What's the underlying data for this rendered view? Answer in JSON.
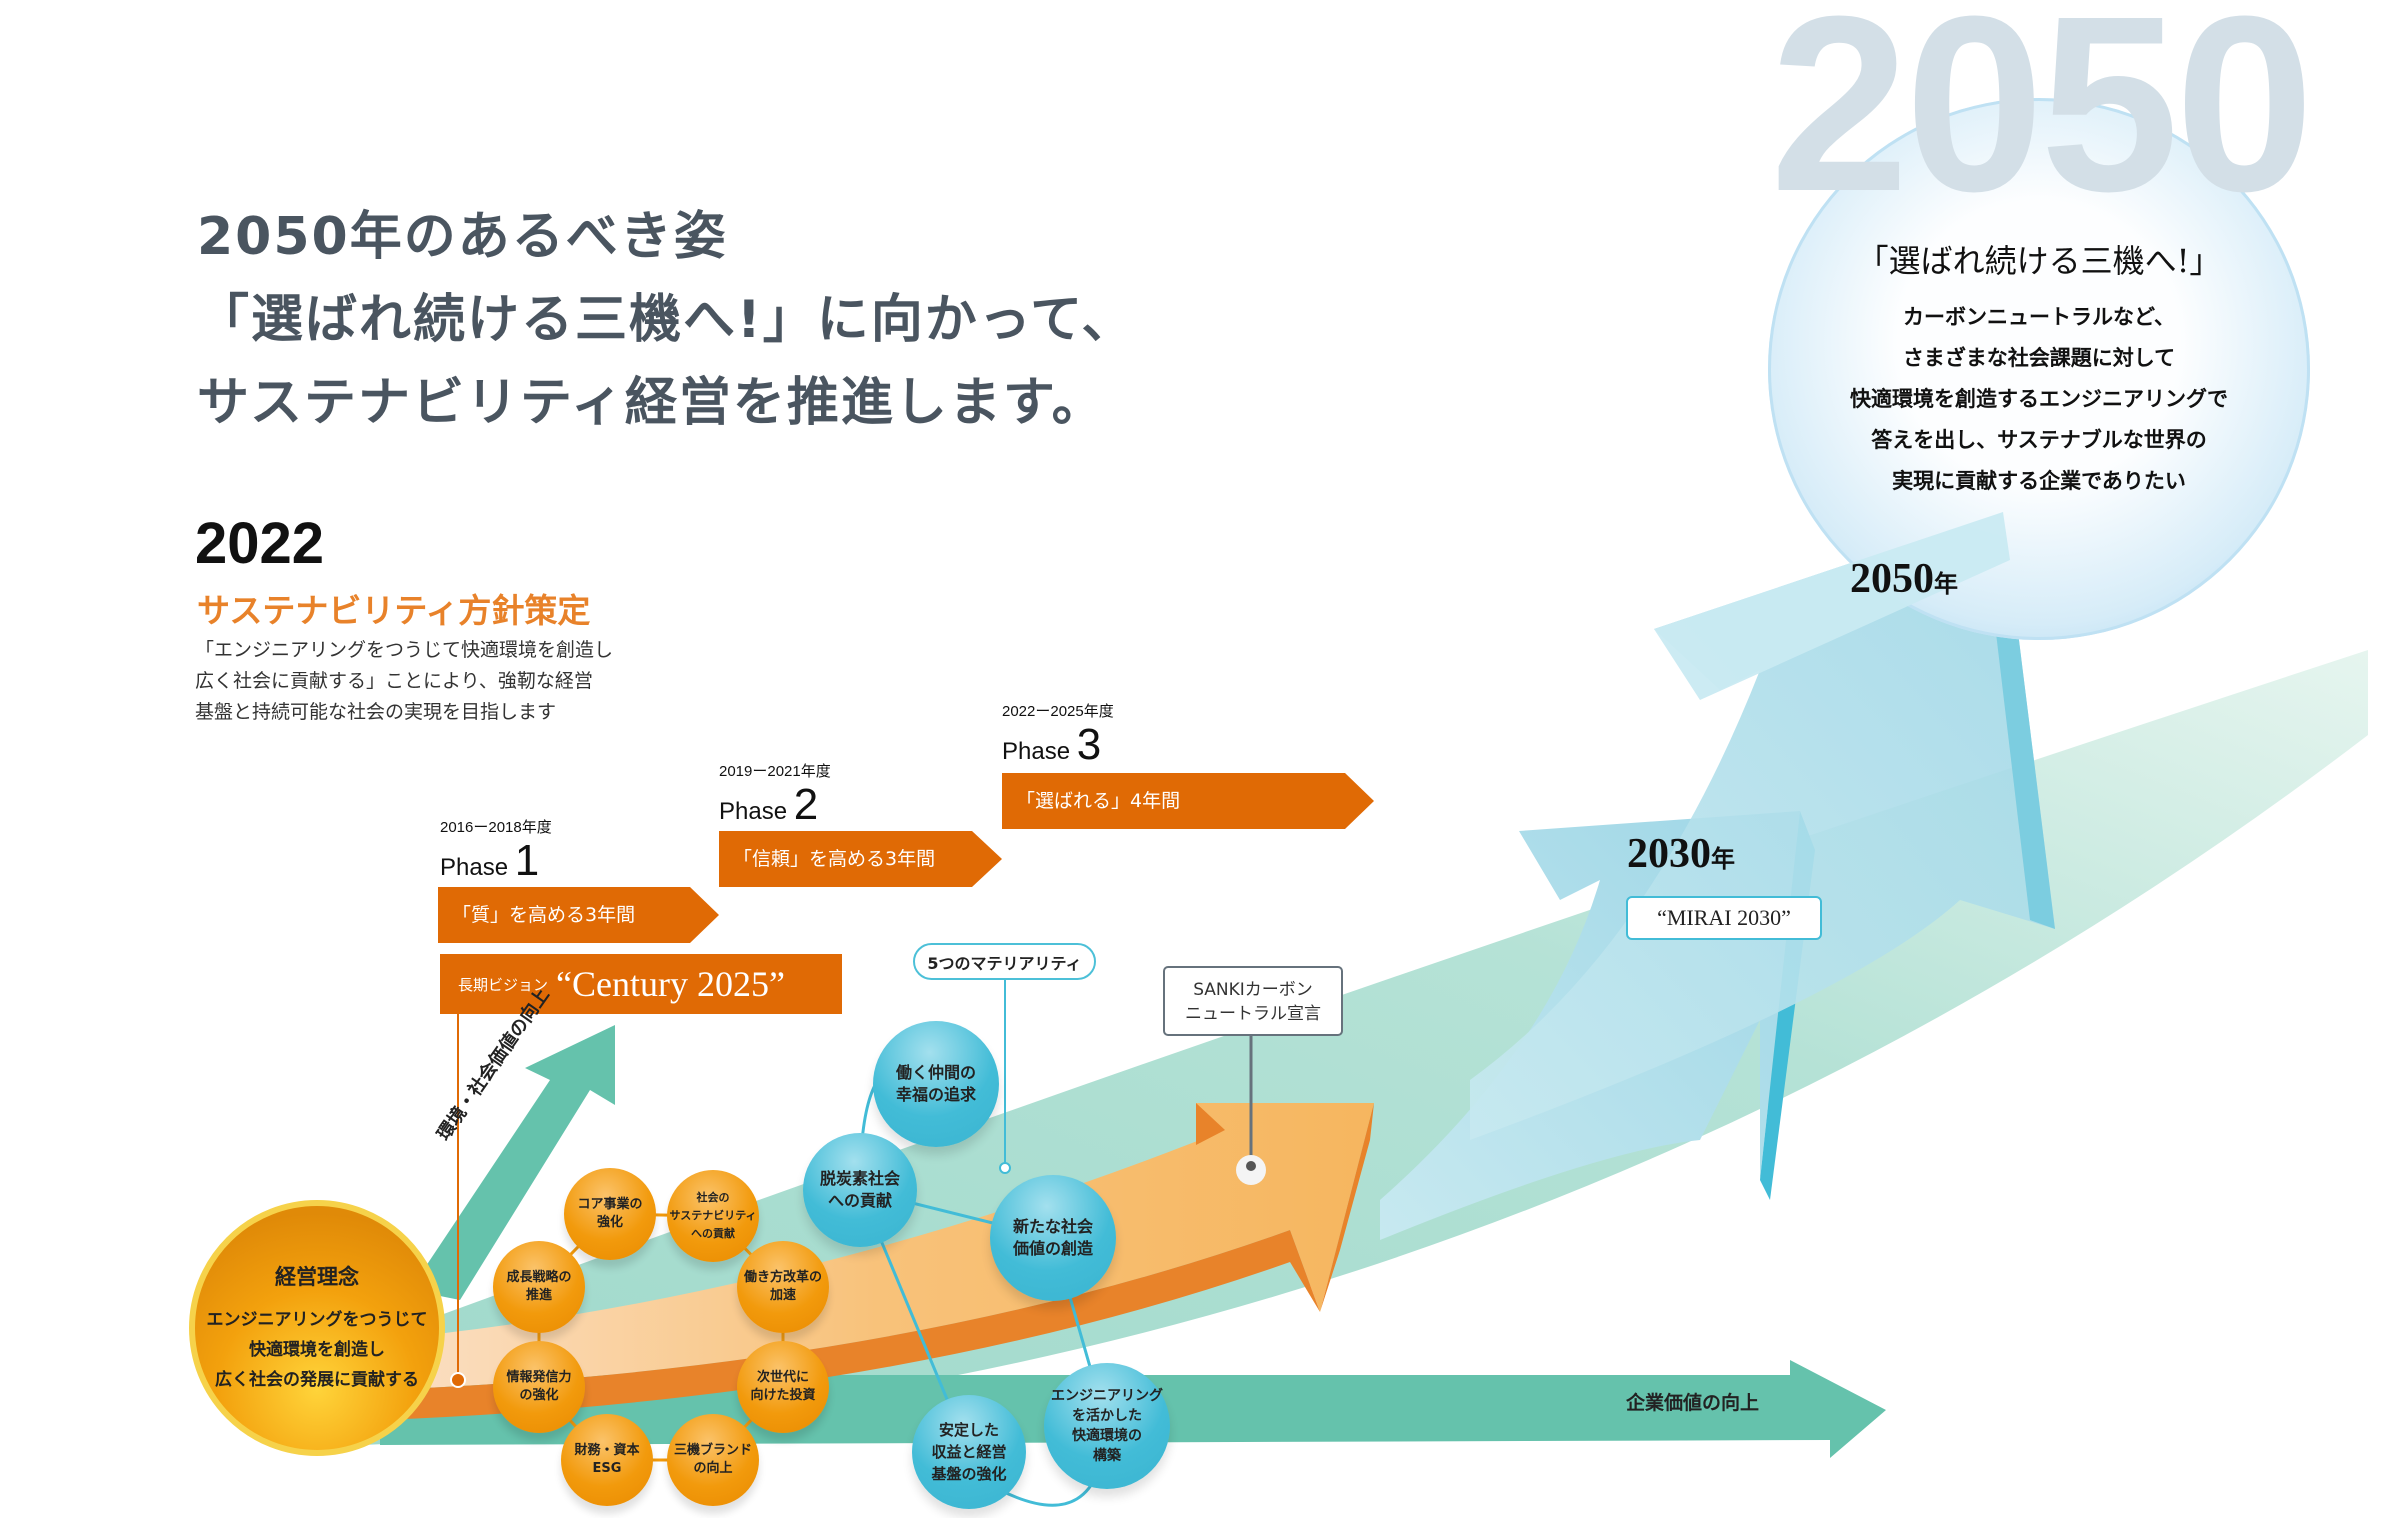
{
  "headline": [
    "2050年のあるべき姿",
    "「選ばれ続ける三機へ!」に向かって、",
    "サステナビリティ経営を推進します。"
  ],
  "big_year": "2050",
  "policy": {
    "year": "2022",
    "title": "サステナビリティ方針策定",
    "body": [
      "「エンジニアリングをつうじて快適環境を創造し",
      "広く社会に貢献する」ことにより、強靭な経営",
      "基盤と持続可能な社会の実現を目指します"
    ]
  },
  "phases": [
    {
      "period": "2016ー2018年度",
      "label": "Phase",
      "num": "1",
      "text": "「質」を高める3年間"
    },
    {
      "period": "2019ー2021年度",
      "label": "Phase",
      "num": "2",
      "text": "「信頼」を高める3年間"
    },
    {
      "period": "2022ー2025年度",
      "label": "Phase",
      "num": "3",
      "text": "「選ばれる」4年間"
    }
  ],
  "century": {
    "small": "長期ビジョン",
    "large": "“Century 2025”"
  },
  "materiality_label": "5つのマテリアリティ",
  "sanki_label": [
    "SANKIカーボン",
    "ニュートラル宣言"
  ],
  "keiei": {
    "title": "経営理念",
    "body": [
      "エンジニアリングをつうじて",
      "快適環境を創造し",
      "広く社会の発展に貢献する"
    ]
  },
  "orange_circles": [
    "コア事業の\n強化",
    "社会の\nサステナビリティ\nへの貢献",
    "成長戦略の\n推進",
    "働き方改革の\n加速",
    "情報発信力\nの強化",
    "次世代に\n向けた投資",
    "財務・資本\nESG",
    "三機ブランド\nの向上"
  ],
  "teal_circles": [
    "働く仲間の\n幸福の追求",
    "脱炭素社会\nへの貢献",
    "新たな社会\n価値の創造",
    "エンジニアリング\nを活かした\n快適環境の\n構築",
    "安定した\n収益と経営\n基盤の強化"
  ],
  "axis_labels": {
    "environment": "環境・社会価値の向上",
    "corporate": "企業価値の向上"
  },
  "y2030": {
    "year": "2030",
    "suffix": "年",
    "vision": "“MIRAI 2030”"
  },
  "y2050": {
    "year": "2050",
    "suffix": "年",
    "title": "「選ばれ続ける三機へ!」",
    "body": [
      "カーボンニュートラルなど、",
      "さまざまな社会課題に対して",
      "快適環境を創造するエンジニアリングで",
      "答えを出し、サステナブルな世界の",
      "実現に貢献する企業でありたい"
    ]
  },
  "colors": {
    "orange": "#e06a05",
    "teal": "#62c1a9",
    "blue": "#42bcd7",
    "gray_text": "#4a5560"
  }
}
